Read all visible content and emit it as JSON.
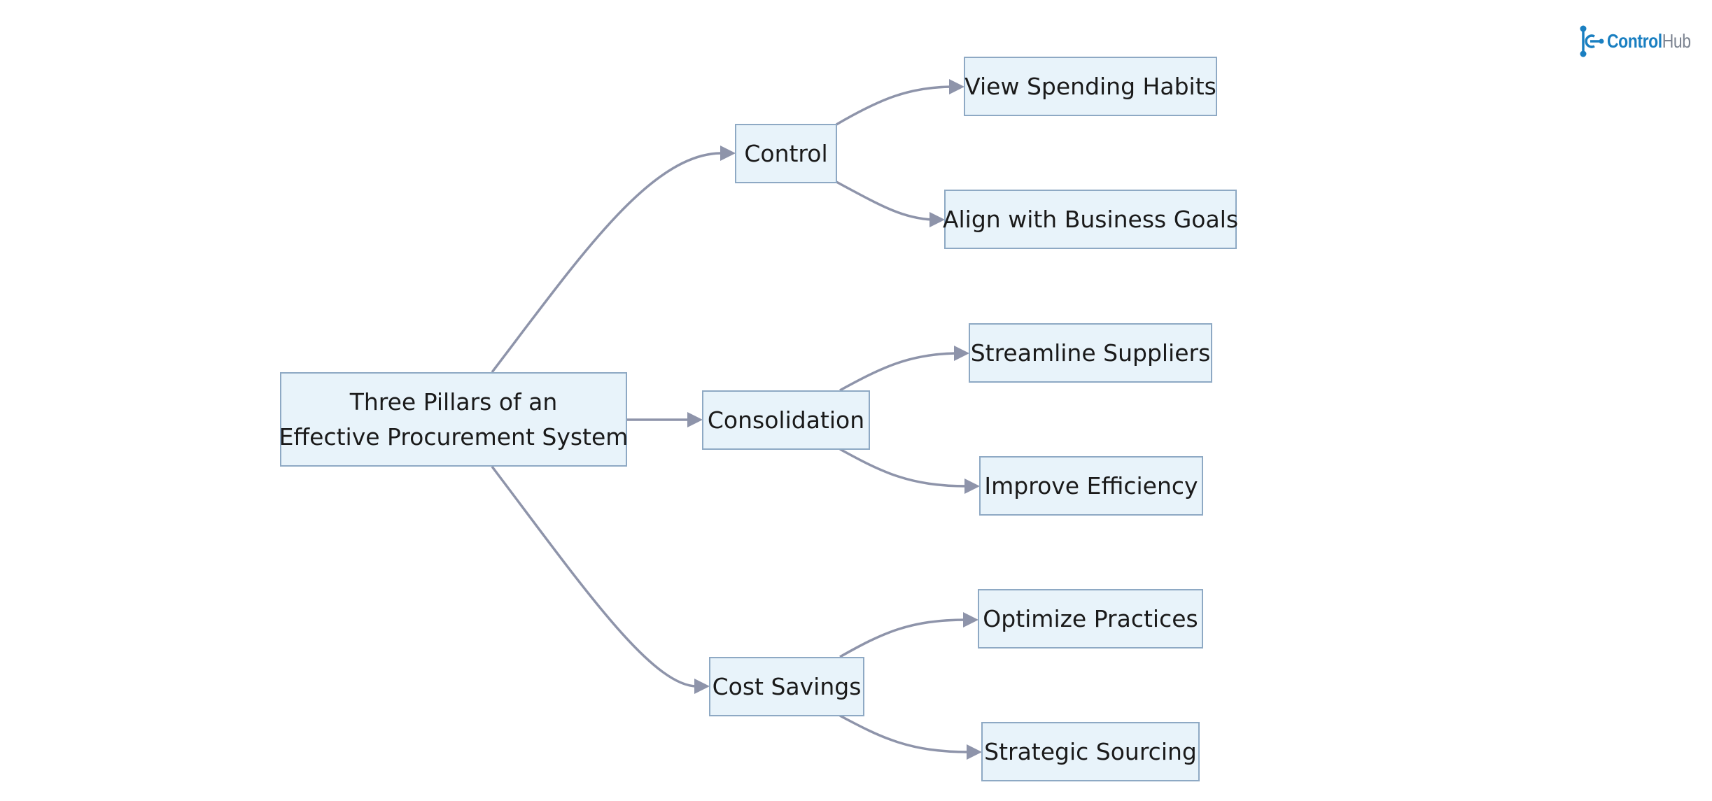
{
  "diagram": {
    "root": {
      "id": "root",
      "lines": [
        "Three Pillars of an",
        "Effective Procurement System"
      ]
    },
    "pillars": [
      {
        "id": "control",
        "label": "Control",
        "children": [
          {
            "id": "view-spending",
            "label": "View Spending Habits"
          },
          {
            "id": "align-goals",
            "label": "Align with Business Goals"
          }
        ]
      },
      {
        "id": "consolidation",
        "label": "Consolidation",
        "children": [
          {
            "id": "streamline",
            "label": "Streamline Suppliers"
          },
          {
            "id": "efficiency",
            "label": "Improve Efficiency"
          }
        ]
      },
      {
        "id": "cost-savings",
        "label": "Cost Savings",
        "children": [
          {
            "id": "optimize",
            "label": "Optimize Practices"
          },
          {
            "id": "sourcing",
            "label": "Strategic Sourcing"
          }
        ]
      }
    ],
    "colors": {
      "node_fill": "#e8f3fa",
      "node_stroke": "#8ea9c4",
      "edge": "#8e94aa",
      "text": "#1a1a1a"
    }
  },
  "logo": {
    "part1": "Control",
    "part2": "Hub",
    "icon": "controlhub-logo-icon",
    "color_primary": "#1a7fc1",
    "color_secondary": "#7b8390"
  }
}
